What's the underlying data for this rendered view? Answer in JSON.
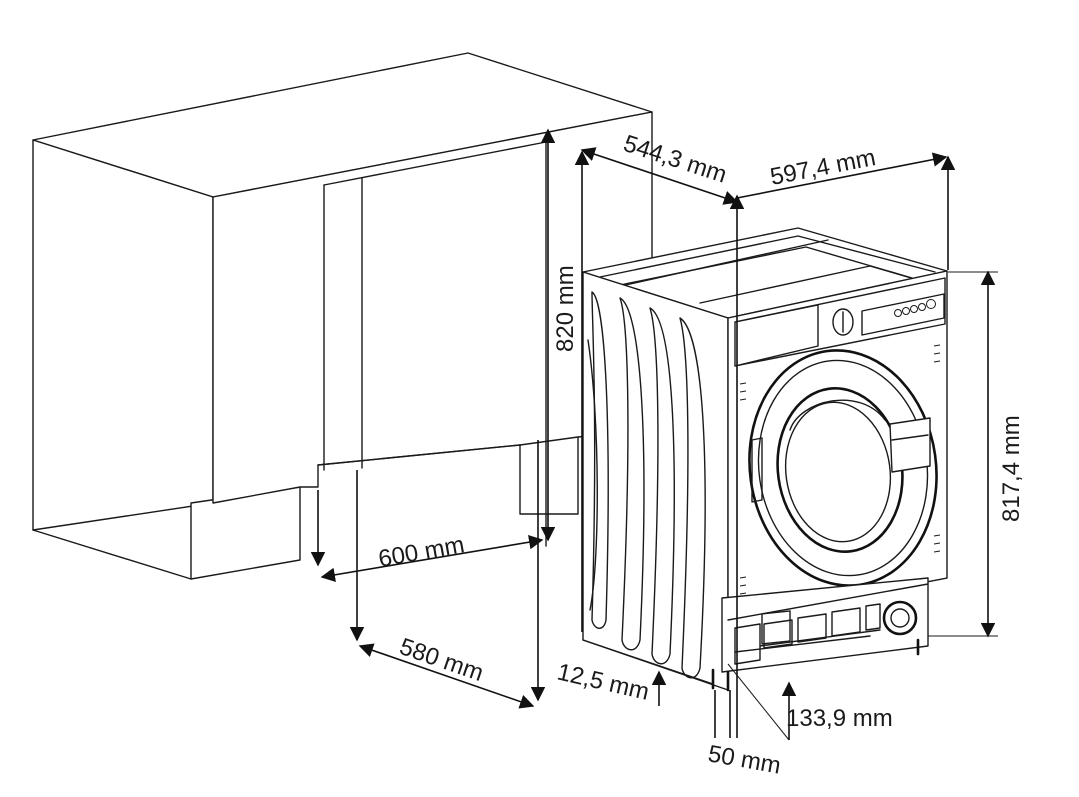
{
  "dimensions": {
    "depth_top": "544,3 mm",
    "width_top": "597,4 mm",
    "niche_height": "820 mm",
    "machine_height": "817,4 mm",
    "niche_width": "600 mm",
    "niche_depth": "580 mm",
    "front_offset": "12,5 mm",
    "plinth_height": "133,9 mm",
    "plinth_depth": "50 mm"
  }
}
